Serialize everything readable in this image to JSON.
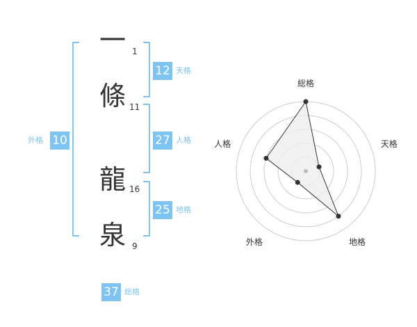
{
  "name": {
    "chars": [
      {
        "kanji": "一",
        "strokes": "1"
      },
      {
        "kanji": "條",
        "strokes": "11"
      },
      {
        "kanji": "龍",
        "strokes": "16"
      },
      {
        "kanji": "泉",
        "strokes": "9"
      }
    ]
  },
  "fortunes": {
    "tenkaku": {
      "value": "12",
      "label": "天格"
    },
    "jinkaku": {
      "value": "27",
      "label": "人格"
    },
    "chikaku": {
      "value": "25",
      "label": "地格"
    },
    "gaikaku": {
      "value": "10",
      "label": "外格"
    },
    "soukaku": {
      "value": "37",
      "label": "総格"
    }
  },
  "chart_data": {
    "type": "radar",
    "axes": [
      "総格",
      "天格",
      "地格",
      "外格",
      "人格"
    ],
    "values": [
      5,
      1,
      4,
      1,
      3
    ],
    "rmax": 5,
    "rings": 5,
    "colors": {
      "fill": "#eeeeee",
      "line": "#333333",
      "grid": "#cccccc",
      "point": "#333333",
      "center": "#bbbbbb"
    }
  },
  "colors": {
    "accent": "#7ec4f3"
  }
}
